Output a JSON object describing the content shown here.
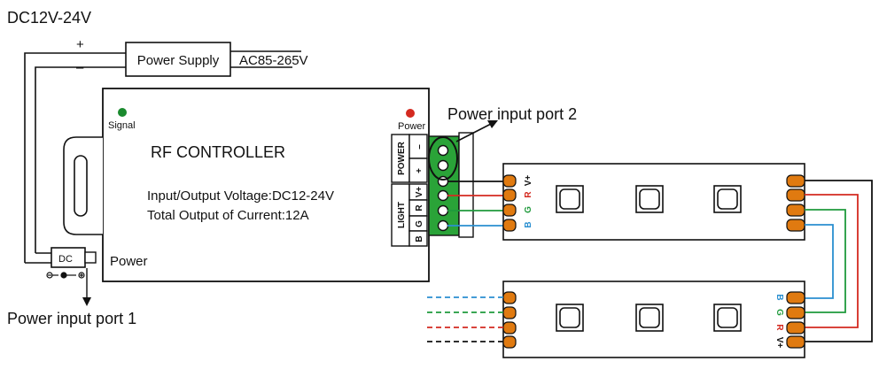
{
  "voltage_title": "DC12V-24V",
  "polarity": {
    "plus": "+",
    "minus": "–"
  },
  "power_supply_label": "Power Supply",
  "ac_label": "AC85-265V",
  "controller": {
    "signal_label": "Signal",
    "power_led_label": "Power",
    "title": "RF CONTROLLER",
    "spec_line_1": "Input/Output Voltage:DC12-24V",
    "spec_line_2": "Total Output of Current:12A",
    "dc_label": "DC",
    "dc_power_label": "Power",
    "terminal_power_header": "POWER",
    "terminal_light_header": "LIGHT",
    "terminal_minus": "–",
    "terminal_plus": "+",
    "terminal_vplus": "V+",
    "terminal_r": "R",
    "terminal_g": "G",
    "terminal_b": "B"
  },
  "power_input_port_2": "Power input port 2",
  "power_input_port_1": "Power input port 1",
  "strip1_labels": {
    "vplus": "V+",
    "r": "R",
    "g": "G",
    "b": "B"
  },
  "strip2_labels": {
    "b": "B",
    "g": "G",
    "r": "R",
    "vplus": "V+"
  },
  "colors": {
    "line": "#111111",
    "red_wire": "#d42a20",
    "green_wire": "#1f9a3c",
    "blue_wire": "#2a8fd0",
    "signal_led": "#1a8a2e",
    "power_led": "#d42a20",
    "terminal_green": "#2aa338",
    "pad_orange": "#e07a10"
  }
}
